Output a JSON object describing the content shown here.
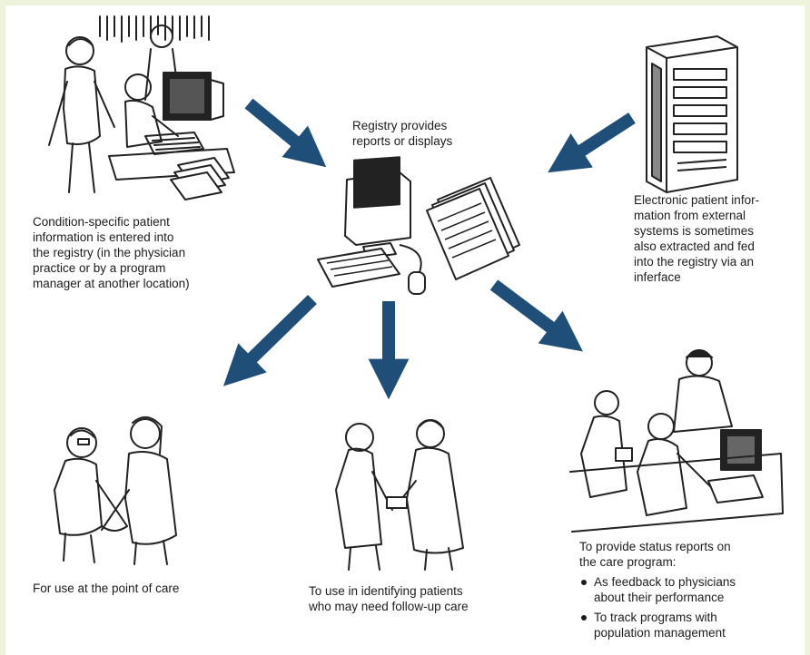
{
  "colors": {
    "arrow": "#1f4e79",
    "ink": "#1c1c1c",
    "frame": "#eef3dc"
  },
  "captions": {
    "registry": [
      "Registry provides",
      "reports or displays"
    ],
    "entry": [
      "Condition-specific patient",
      "information is entered into",
      "the registry (in the physician",
      "practice or by a program",
      "manager at another location)"
    ],
    "external": [
      "Electronic patient infor-",
      "mation from external",
      "systems is sometimes",
      "also extracted and fed",
      "into the registry via an",
      "inferface"
    ],
    "point_of_care": [
      "For use at the point of care"
    ],
    "followup": [
      "To use in identifying patients",
      "who may need follow-up care"
    ],
    "status": [
      "To provide status reports on",
      "the care program:"
    ],
    "status_bullets": [
      [
        "As feedback to physicians",
        "about their performance"
      ],
      [
        "To track programs with",
        "population management"
      ]
    ]
  },
  "icons": {
    "office": "office-workers-illustration",
    "server": "server-tower-icon",
    "computer": "computer-icon",
    "reports": "printed-reports-icon",
    "nurses": "nurses-illustration",
    "doctors": "doctors-illustration",
    "team": "care-team-illustration"
  }
}
